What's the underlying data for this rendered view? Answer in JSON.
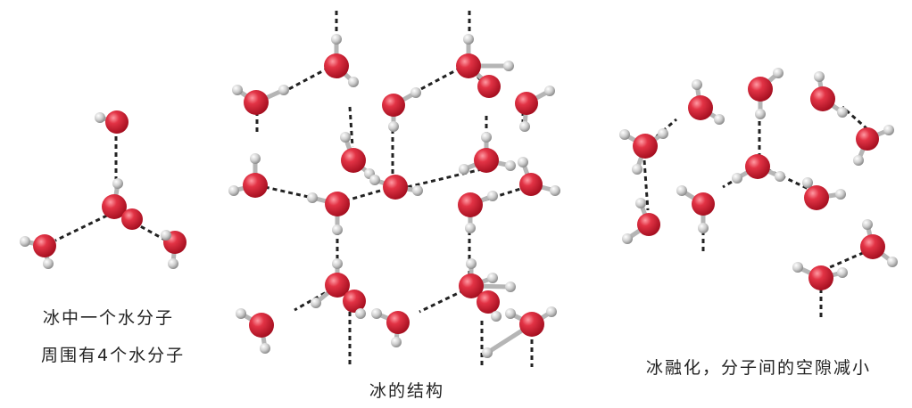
{
  "captions": {
    "single_line1": "冰中一个水分子",
    "single_line2": "周围有4个水分子",
    "structure": "冰的结构",
    "melting": "冰融化，分子间的空隙减小"
  },
  "colors": {
    "oxygen": "#d6283a",
    "oxygen_highlight": "#ff8a94",
    "hydrogen": "#c8c8c8",
    "bond": "#b5b5b5",
    "hbond": "#222222"
  }
}
